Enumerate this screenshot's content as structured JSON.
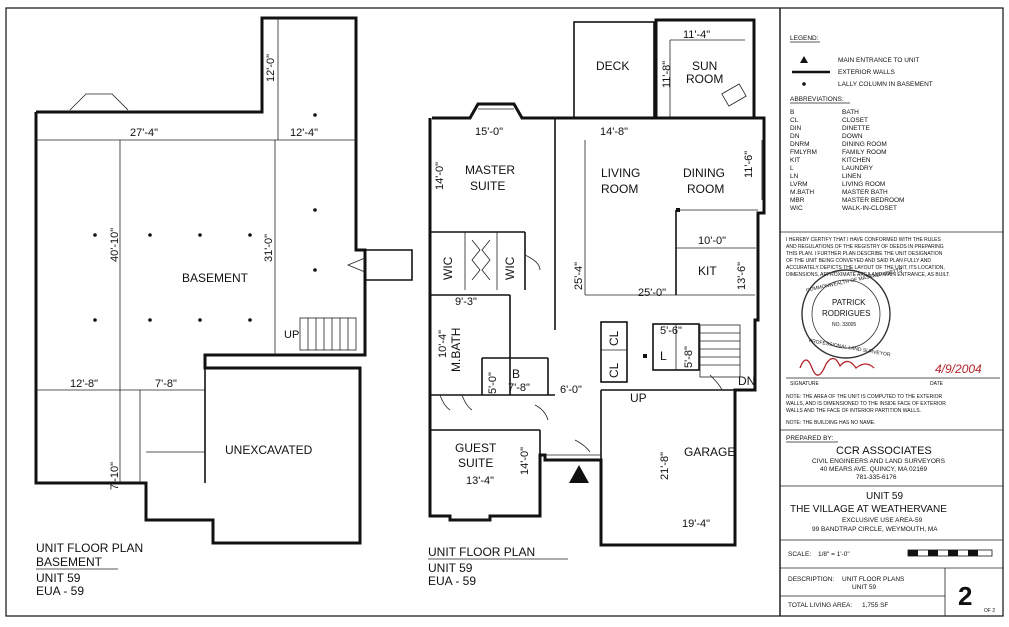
{
  "basement": {
    "rooms": {
      "basement": "BASEMENT",
      "unexcavated": "UNEXCAVATED",
      "up": "UP"
    },
    "dims": [
      "12'-0\"",
      "27'-4\"",
      "12'-4\"",
      "40'-10\"",
      "31'-0\"",
      "12'-8\"",
      "7'-8\"",
      "7'-10\""
    ],
    "title": {
      "line1": "UNIT FLOOR PLAN",
      "line2": "BASEMENT",
      "line3": "UNIT 59",
      "line4": "EUA - 59"
    }
  },
  "first_floor": {
    "rooms": {
      "deck": "DECK",
      "sun_line1": "SUN",
      "sun_line2": "ROOM",
      "master_line1": "MASTER",
      "master_line2": "SUITE",
      "living_line1": "LIVING",
      "living_line2": "ROOM",
      "dining_line1": "DINING",
      "dining_line2": "ROOM",
      "wic1": "WIC",
      "wic2": "WIC",
      "kit": "KIT",
      "mbath": "M.BATH",
      "b": "B",
      "cl1": "CL",
      "cl2": "CL",
      "l": "L",
      "dn": "DN",
      "up": "UP",
      "guest_line1": "GUEST",
      "guest_line2": "SUITE",
      "garage": "GARAGE"
    },
    "dims": {
      "sun_w": "11'-4\"",
      "sun_h": "11'-8\"",
      "master_w": "15'-0\"",
      "living_w": "14'-8\"",
      "master_h": "14'-0\"",
      "dining_h": "11'-6\"",
      "kit_w": "10'-0\"",
      "kit_h": "13'-6\"",
      "living_h": "25'-4\"",
      "overall_w": "25'-0\"",
      "mbath_w": "9'-3\"",
      "mbath_h": "10'-4\"",
      "b_h": "5'-0\"",
      "b_w": "7'-8\"",
      "l_w": "5'-6\"",
      "l_h": "5'-8\"",
      "hall_w": "6'-0\"",
      "guest_h": "14'-0\"",
      "guest_w": "13'-4\"",
      "garage_h": "21'-8\"",
      "garage_w": "19'-4\""
    },
    "title": {
      "line1": "UNIT FLOOR PLAN",
      "line2": "UNIT 59",
      "line3": "EUA - 59"
    }
  },
  "legend": {
    "title": "LEGEND:",
    "items": [
      {
        "symbol": "triangle",
        "label": "MAIN ENTRANCE TO UNIT"
      },
      {
        "symbol": "double-line",
        "label": "EXTERIOR WALLS"
      },
      {
        "symbol": "dot",
        "label": "LALLY COLUMN IN BASEMENT"
      }
    ],
    "abbr_title": "ABBREVIATIONS:",
    "abbreviations": [
      {
        "k": "B",
        "v": "BATH"
      },
      {
        "k": "CL",
        "v": "CLOSET"
      },
      {
        "k": "DIN",
        "v": "DINETTE"
      },
      {
        "k": "DN",
        "v": "DOWN"
      },
      {
        "k": "DNRM",
        "v": "DINING ROOM"
      },
      {
        "k": "FMLYRM",
        "v": "FAMILY ROOM"
      },
      {
        "k": "KIT",
        "v": "KITCHEN"
      },
      {
        "k": "L",
        "v": "LAUNDRY"
      },
      {
        "k": "LN",
        "v": "LINEN"
      },
      {
        "k": "LVRM",
        "v": "LIVING ROOM"
      },
      {
        "k": "M.BATH",
        "v": "MASTER BATH"
      },
      {
        "k": "MBR",
        "v": "MASTER BEDROOM"
      },
      {
        "k": "WIC",
        "v": "WALK-IN-CLOSET"
      }
    ]
  },
  "certification": {
    "lines": [
      "I HEREBY CERTIFY THAT I HAVE CONFORMED WITH THE RULES",
      "AND REGULATIONS OF THE REGISTRY OF DEEDS IN PREPARING",
      "THIS PLAN. I FURTHER PLAN DESCRIBE THE UNIT DESIGNATION",
      "OF THE UNIT BEING CONVEYED AND SAID PLAN FULLY AND",
      "ACCURATELY DEPICTS THE LAYOUT OF THE UNIT, ITS LOCATION,",
      "DIMENSIONS, APPROXIMATE AREA AND MAIN ENTRANCE, AS BUILT."
    ],
    "seal_line1": "COMMONWEALTH OF MASSACHUSETTS",
    "seal_name": "PATRICK",
    "seal_name2": "RODRIGUES",
    "seal_no": "NO. 33005",
    "seal_line3": "PROFESSIONAL LAND SURVEYOR",
    "signature_label": "SIGNATURE",
    "date_label": "DATE",
    "date_value": "4/9/2004",
    "note1_lines": [
      "NOTE:  THE AREA OF THE UNIT IS COMPUTED TO THE EXTERIOR",
      "WALLS, AND IS DIMENSIONED TO THE INSIDE FACE OF EXTERIOR",
      "WALLS AND THE FACE OF INTERIOR PARTITION WALLS."
    ],
    "note2": "NOTE:  THE BUILDING HAS NO NAME."
  },
  "prepared_by": {
    "label": "PREPARED BY:",
    "firm": "CCR ASSOCIATES",
    "lines": [
      "CIVIL ENGINEERS AND LAND SURVEYORS",
      "40 MEARS AVE. QUINCY, MA 02169",
      "781-335-6176"
    ]
  },
  "unit_info": {
    "unit": "UNIT 59",
    "project": "THE VILLAGE AT WEATHERVANE",
    "exclusive": "EXCLUSIVE USE AREA-59",
    "address": "99 BANDTRAP CIRCLE, WEYMOUTH, MA"
  },
  "scale": {
    "label": "SCALE:",
    "value": "1/8\" = 1'-0\""
  },
  "description": {
    "label": "DESCRIPTION:",
    "line1": "UNIT FLOOR PLANS",
    "line2": "UNIT 59",
    "total_label": "TOTAL LIVING AREA:",
    "total_value": "1,755 SF",
    "sheet": "2",
    "sheet_of": "OF 2"
  }
}
